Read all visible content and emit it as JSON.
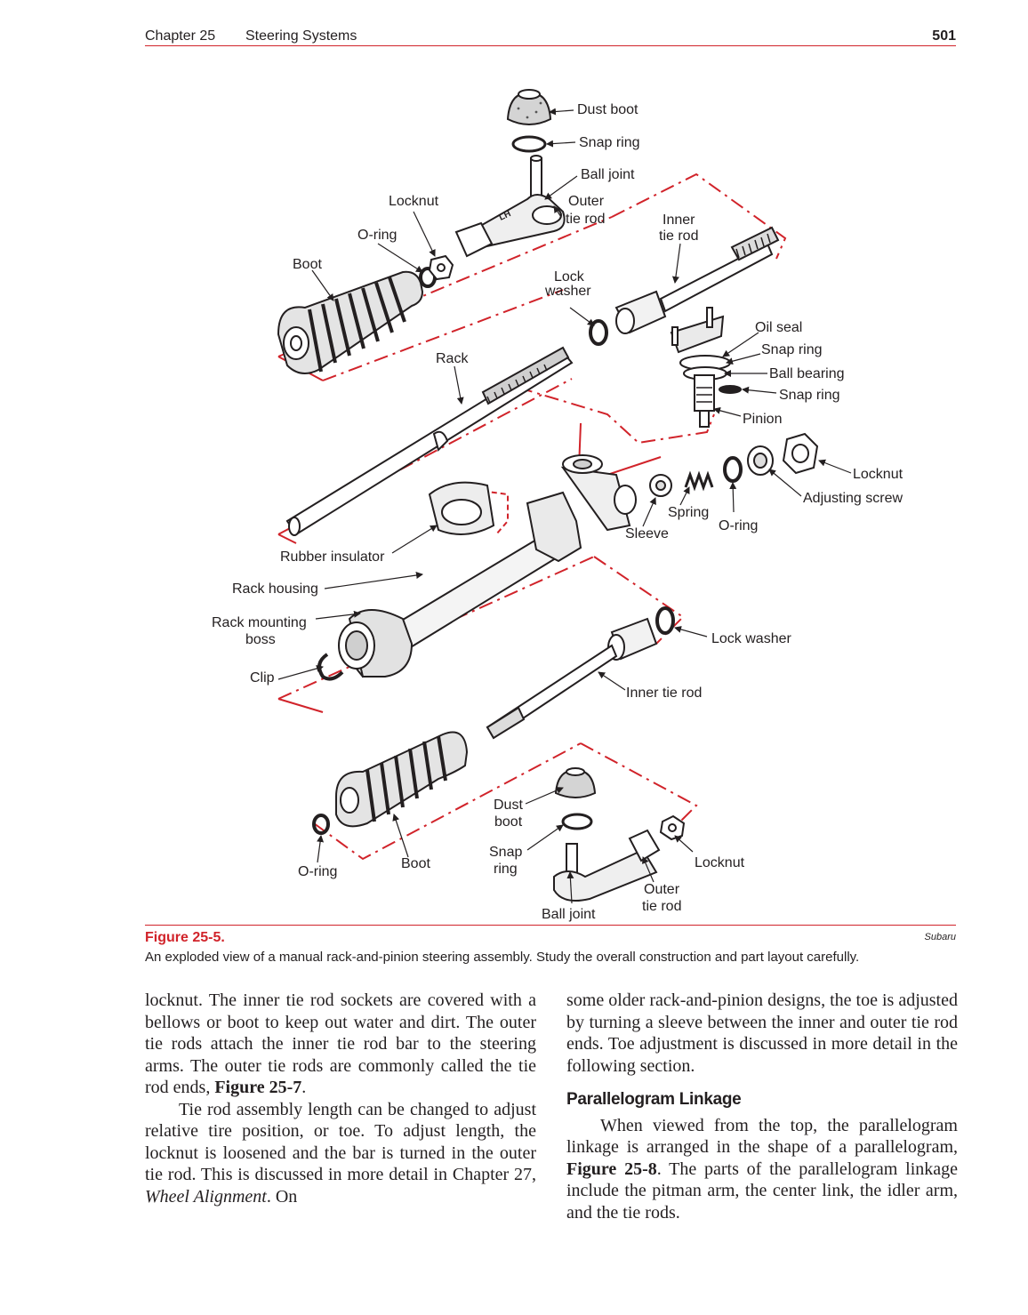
{
  "header": {
    "chapter": "Chapter 25",
    "section": "Steering Systems",
    "page_number": "501"
  },
  "figure": {
    "labels": {
      "dust_boot_top": "Dust boot",
      "snap_ring_top": "Snap ring",
      "ball_joint_top": "Ball joint",
      "locknut_top": "Locknut",
      "outer_tie_rod_top_1": "Outer",
      "outer_tie_rod_top_2": "tie rod",
      "inner_tie_rod_top_1": "Inner",
      "inner_tie_rod_top_2": "tie rod",
      "o_ring_top": "O-ring",
      "boot_top": "Boot",
      "lock_washer_top_1": "Lock",
      "lock_washer_top_2": "washer",
      "rack": "Rack",
      "oil_seal": "Oil seal",
      "snap_ring_pinion_1": "Snap ring",
      "ball_bearing": "Ball bearing",
      "snap_ring_pinion_2": "Snap ring",
      "pinion": "Pinion",
      "locknut_adjust": "Locknut",
      "adjusting_screw": "Adjusting screw",
      "spring": "Spring",
      "o_ring_adjust": "O-ring",
      "sleeve": "Sleeve",
      "rubber_insulator": "Rubber insulator",
      "rack_housing": "Rack housing",
      "rack_mounting_boss_1": "Rack mounting",
      "rack_mounting_boss_2": "boss",
      "clip": "Clip",
      "lock_washer_bottom": "Lock washer",
      "inner_tie_rod_bottom": "Inner tie rod",
      "dust_boot_bottom_1": "Dust",
      "dust_boot_bottom_2": "boot",
      "snap_ring_bottom_1": "Snap",
      "snap_ring_bottom_2": "ring",
      "locknut_bottom": "Locknut",
      "boot_bottom": "Boot",
      "o_ring_bottom": "O-ring",
      "outer_tie_rod_bottom_1": "Outer",
      "outer_tie_rod_bottom_2": "tie rod",
      "ball_joint_bottom": "Ball joint",
      "lh_mark": "LH"
    },
    "number": "Figure 25-5.",
    "credit": "Subaru",
    "caption": "An exploded view of a manual rack-and-pinion steering assembly. Study the overall construction and part layout carefully."
  },
  "body": {
    "left": {
      "p1": "locknut. The inner tie rod sockets are covered with a bellows or boot to keep out water and dirt. The outer tie rods attach the inner tie rod bar to the steering arms. The outer tie rods are commonly called the tie rod ends, ",
      "p1_ref": "Figure 25-7",
      "p1_end": ".",
      "p2": "Tie rod assembly length can be changed to adjust relative tire position, or toe. To adjust length, the locknut is loosened and the bar is turned in the outer tie rod. This is discussed in more detail in Chapter 27, ",
      "p2_italic": "Wheel Alignment",
      "p2_end": ". On"
    },
    "right": {
      "p1": "some older rack-and-pinion designs, the toe is adjusted by turning a sleeve between the inner and outer tie rod ends. Toe adjustment is discussed in more detail in the following section.",
      "heading": "Parallelogram Linkage",
      "p2": "When viewed from the top, the parallelogram linkage is arranged in the shape of a parallelogram, ",
      "p2_ref": "Figure 25-8",
      "p2_end": ". The parts of the parallelogram linkage include the pitman arm, the center link, the idler arm, and the tie rods."
    }
  },
  "colors": {
    "accent_red": "#d1232a",
    "text": "#231f20"
  }
}
